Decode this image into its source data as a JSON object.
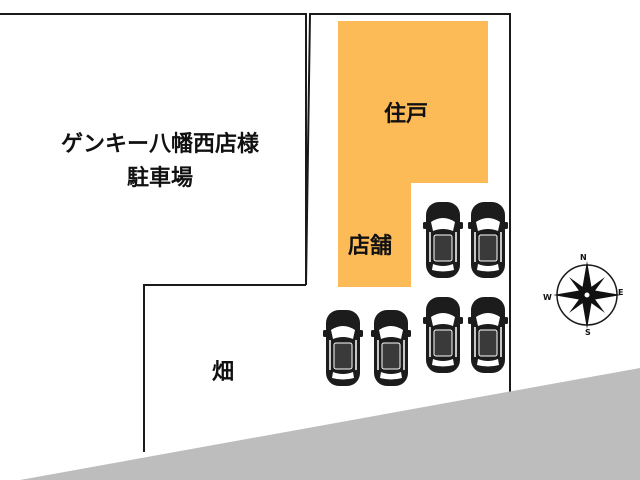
{
  "labels": {
    "neighbor_line1": "ゲンキー八幡西店様",
    "neighbor_line2": "駐車場",
    "residence": "住戸",
    "shop": "店舗",
    "field": "畑"
  },
  "compass": {
    "north": "N",
    "south": "S",
    "east": "E",
    "west": "W",
    "icon": "compass-rose-icon"
  },
  "colors": {
    "building": "#FDBB57",
    "road": "#BDBDBD",
    "line": "#1a1a1a",
    "car": "#1c1c1c"
  },
  "parking": {
    "spaces": 6,
    "icon": "car-icon"
  }
}
